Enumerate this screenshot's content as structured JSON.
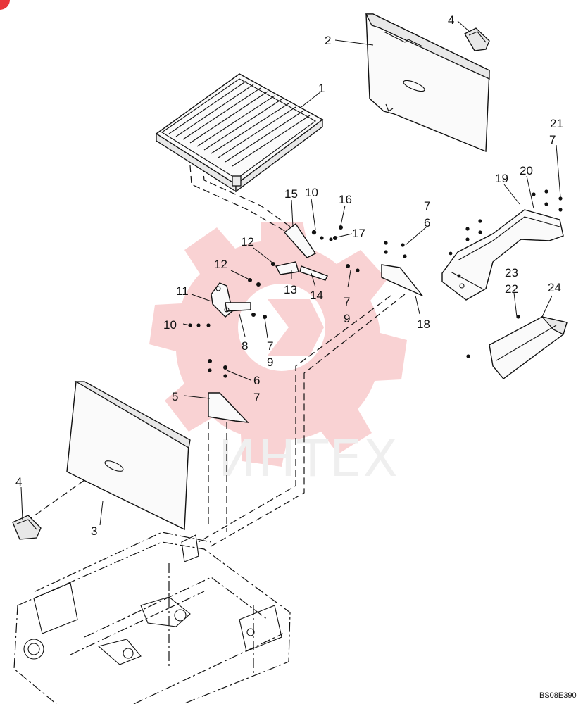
{
  "drawing_code": "BS08E390",
  "watermark": {
    "text": "ИНТЕХ",
    "color": "#e8353a"
  },
  "callouts": [
    {
      "id": "c1",
      "label": "1"
    },
    {
      "id": "c2",
      "label": "2"
    },
    {
      "id": "c4a",
      "label": "4"
    },
    {
      "id": "c21",
      "label": "21"
    },
    {
      "id": "c7a",
      "label": "7"
    },
    {
      "id": "c19",
      "label": "19"
    },
    {
      "id": "c20",
      "label": "20"
    },
    {
      "id": "c15",
      "label": "15"
    },
    {
      "id": "c10a",
      "label": "10"
    },
    {
      "id": "c16",
      "label": "16"
    },
    {
      "id": "c17",
      "label": "17"
    },
    {
      "id": "c7b",
      "label": "7"
    },
    {
      "id": "c6a",
      "label": "6"
    },
    {
      "id": "c12a",
      "label": "12"
    },
    {
      "id": "c12b",
      "label": "12"
    },
    {
      "id": "c13",
      "label": "13"
    },
    {
      "id": "c14",
      "label": "14"
    },
    {
      "id": "c7c",
      "label": "7"
    },
    {
      "id": "c9a",
      "label": "9"
    },
    {
      "id": "c18",
      "label": "18"
    },
    {
      "id": "c23",
      "label": "23"
    },
    {
      "id": "c22",
      "label": "22"
    },
    {
      "id": "c24",
      "label": "24"
    },
    {
      "id": "c11",
      "label": "11"
    },
    {
      "id": "c10b",
      "label": "10"
    },
    {
      "id": "c8",
      "label": "8"
    },
    {
      "id": "c7d",
      "label": "7"
    },
    {
      "id": "c9b",
      "label": "9"
    },
    {
      "id": "c6b",
      "label": "6"
    },
    {
      "id": "c7e",
      "label": "7"
    },
    {
      "id": "c5",
      "label": "5"
    },
    {
      "id": "c4b",
      "label": "4"
    },
    {
      "id": "c3",
      "label": "3"
    }
  ]
}
